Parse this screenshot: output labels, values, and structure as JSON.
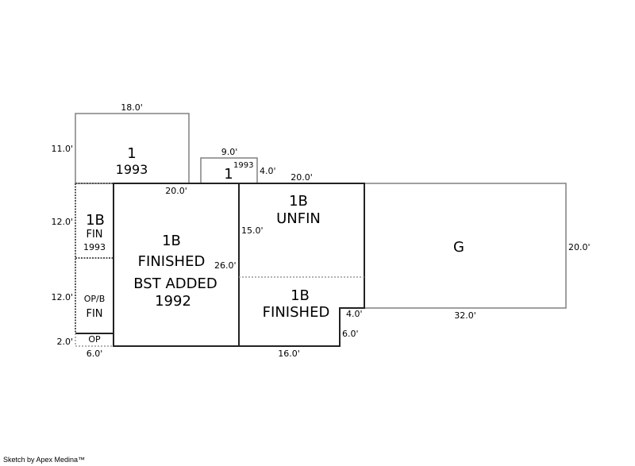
{
  "areas": {
    "a1993_top": {
      "name": "1",
      "year": "1993",
      "w": "18.0'",
      "h": "11.0'"
    },
    "a1993_small": {
      "name": "1",
      "year": "1993",
      "w": "9.0'",
      "h": "4.0'"
    },
    "fin_1b_1993": {
      "name": "1B",
      "sub": "FIN",
      "year": "1993",
      "h": "12.0'"
    },
    "opb_fin": {
      "name": "OP/B",
      "sub": "FIN",
      "h": "12.0'"
    },
    "op": {
      "name": "OP",
      "h": "2.0'",
      "w": "6.0'"
    },
    "bst": {
      "l1": "1B",
      "l2": "FINISHED",
      "l3": "BST ADDED",
      "l4": "1992",
      "w": "20.0'",
      "h": "26.0'"
    },
    "unfin": {
      "l1": "1B",
      "l2": "UNFIN",
      "w": "20.0'",
      "h": "15.0'"
    },
    "finished": {
      "l1": "1B",
      "l2": "FINISHED",
      "w": "16.0'",
      "d1": "4.0'",
      "d2": "6.0'"
    },
    "garage": {
      "name": "G",
      "w": "32.0'",
      "h": "20.0'"
    }
  },
  "footer": "Sketch by Apex Medina™"
}
